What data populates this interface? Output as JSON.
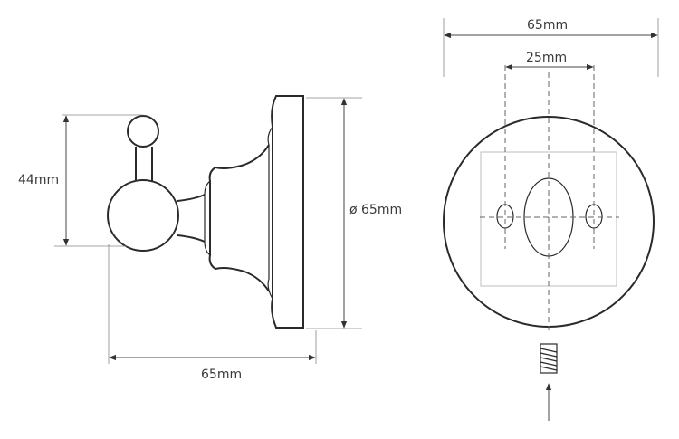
{
  "side_view": {
    "height_label": "44mm",
    "diameter_label": "ø 65mm",
    "depth_label": "65mm"
  },
  "front_view": {
    "width_label": "65mm",
    "hole_spacing_label": "25mm"
  },
  "colors": {
    "line": "#2a2a2a",
    "dimension": "#444444",
    "background": "#ffffff"
  }
}
